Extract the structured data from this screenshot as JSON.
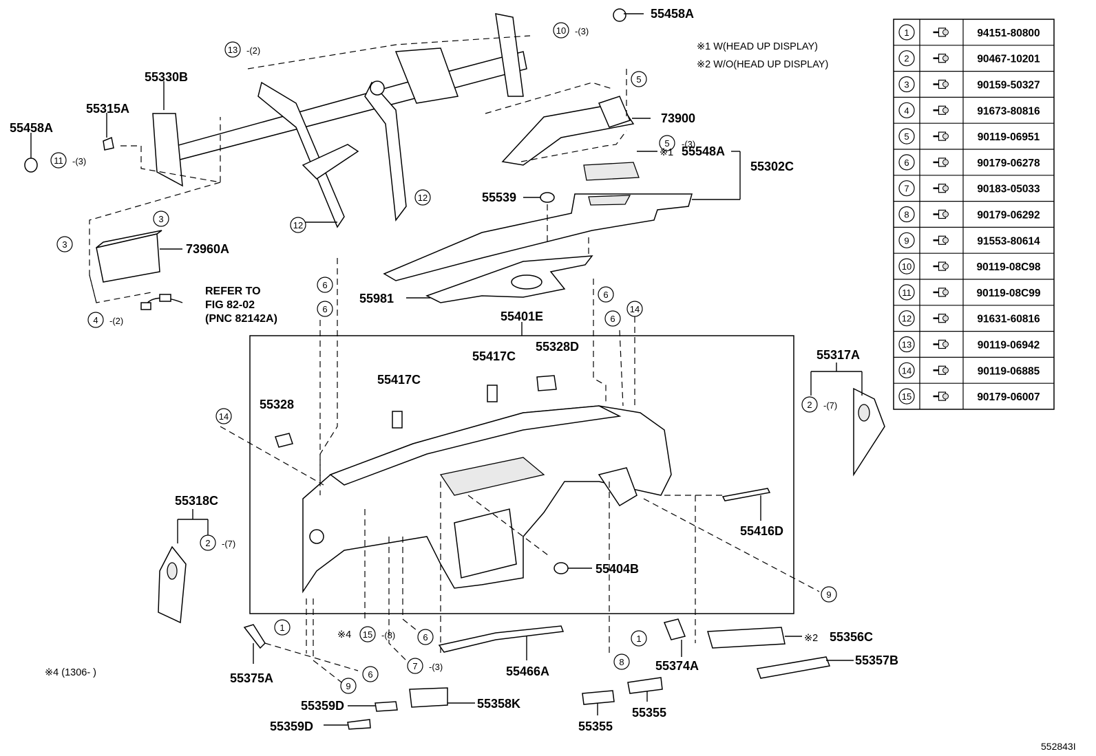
{
  "notes": {
    "note1": "※1  W(HEAD UP DISPLAY)",
    "note2": "※2  W/O(HEAD UP DISPLAY)",
    "note4": "※4 (1306-      )",
    "refer1": "REFER TO",
    "refer2": "FIG 82-02",
    "refer3": "(PNC 82142A)",
    "figure_id": "552843I",
    "mark1": "※1",
    "mark2": "※2",
    "mark4": "※4"
  },
  "part_labels": {
    "p55458A_top": "55458A",
    "p55330B": "55330B",
    "p55315A": "55315A",
    "p55458A_left": "55458A",
    "p73900": "73900",
    "p55548A": "55548A",
    "p55302C": "55302C",
    "p55539": "55539",
    "p73960A": "73960A",
    "p55981": "55981",
    "p55401E": "55401E",
    "p55417C_a": "55417C",
    "p55328D": "55328D",
    "p55417C_b": "55417C",
    "p55328": "55328",
    "p55317A": "55317A",
    "p55318C": "55318C",
    "p55416D": "55416D",
    "p55404B": "55404B",
    "p55356C": "55356C",
    "p55466A": "55466A",
    "p55374A": "55374A",
    "p55357B": "55357B",
    "p55375A": "55375A",
    "p55359D_a": "55359D",
    "p55358K": "55358K",
    "p55355_a": "55355",
    "p55355_b": "55355",
    "p55359D_b": "55359D"
  },
  "callouts": {
    "c10": "10",
    "q10": "(3)",
    "c13": "13",
    "q13": "(2)",
    "c5a": "5",
    "c5b": "5",
    "q5": "(3)",
    "c11": "11",
    "q11": "(3)",
    "c12a": "12",
    "c12b": "12",
    "c3a": "3",
    "c3b": "3",
    "c4": "4",
    "q4": "(2)",
    "c6a": "6",
    "c6b": "6",
    "c6c": "6",
    "c6d": "6",
    "c6e": "6",
    "c6f": "6",
    "c14a": "14",
    "c14b": "14",
    "c2a": "2",
    "q2a": "(7)",
    "c2b": "2",
    "q2b": "(7)",
    "c9a": "9",
    "c9b": "9",
    "c1a": "1",
    "c1b": "1",
    "c15": "15",
    "q15": "(8)",
    "c7": "7",
    "q7": "(3)",
    "c8": "8"
  },
  "fastener_table": {
    "rows": [
      {
        "no": "1",
        "part": "94151-80800"
      },
      {
        "no": "2",
        "part": "90467-10201"
      },
      {
        "no": "3",
        "part": "90159-50327"
      },
      {
        "no": "4",
        "part": "91673-80816"
      },
      {
        "no": "5",
        "part": "90119-06951"
      },
      {
        "no": "6",
        "part": "90179-06278"
      },
      {
        "no": "7",
        "part": "90183-05033"
      },
      {
        "no": "8",
        "part": "90179-06292"
      },
      {
        "no": "9",
        "part": "91553-80614"
      },
      {
        "no": "10",
        "part": "90119-08C98"
      },
      {
        "no": "11",
        "part": "90119-08C99"
      },
      {
        "no": "12",
        "part": "91631-60816"
      },
      {
        "no": "13",
        "part": "90119-06942"
      },
      {
        "no": "14",
        "part": "90119-06885"
      },
      {
        "no": "15",
        "part": "90179-06007"
      }
    ]
  }
}
